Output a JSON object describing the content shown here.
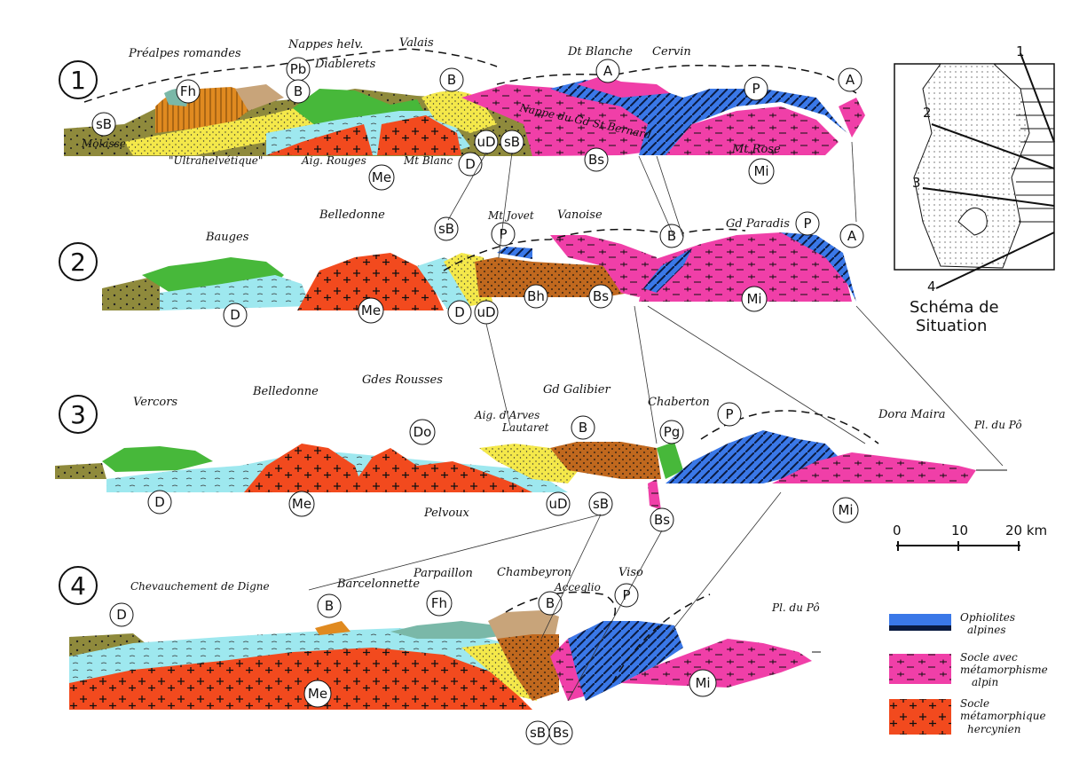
{
  "sections": [
    {
      "number": "1"
    },
    {
      "number": "2"
    },
    {
      "number": "3"
    },
    {
      "number": "4"
    }
  ],
  "labels": {
    "s1": [
      "Préalpes romandes",
      "Nappes helv.",
      "Valais",
      "Diablerets",
      "Dt Blanche",
      "Cervin",
      "Molasse",
      "\"Ultrahelvétique\"",
      "Aig. Rouges",
      "Mt Blanc",
      "Nappe du Gd St Bernard",
      "Mt Rose"
    ],
    "s2": [
      "Bauges",
      "Belledonne",
      "Mt Jovet",
      "Vanoise",
      "Gd Paradis"
    ],
    "s3": [
      "Vercors",
      "Belledonne",
      "Gdes Rousses",
      "Gd Galibier",
      "Aig. d'Arves",
      "Lautaret",
      "Chaberton",
      "Dora Maira",
      "Pl. du Pô",
      "Pelvoux"
    ],
    "s4": [
      "Chevauchement de Digne",
      "Barcelonnette",
      "Parpaillon",
      "Chambeyron",
      "Viso",
      "Acceglio",
      "Pl. du Pô"
    ]
  },
  "codes": {
    "s1": [
      "sB",
      "Fh",
      "Pb",
      "B",
      "B",
      "A",
      "P",
      "A",
      "Me",
      "D",
      "uD",
      "sB",
      "Bs",
      "Mi"
    ],
    "s2": [
      "sB",
      "P",
      "B",
      "P",
      "A",
      "D",
      "Me",
      "D",
      "uD",
      "Bh",
      "Bs",
      "Mi"
    ],
    "s3": [
      "Do",
      "B",
      "Pg",
      "P",
      "D",
      "Me",
      "uD",
      "sB",
      "Bs",
      "Mi"
    ],
    "s4": [
      "D",
      "B",
      "Fh",
      "B",
      "P",
      "Me",
      "sB",
      "Bs",
      "Mi"
    ]
  },
  "situation": {
    "title_line1": "Schéma de",
    "title_line2": "Situation",
    "numbers": [
      "1",
      "2",
      "3",
      "4"
    ]
  },
  "scale": {
    "ticks": [
      "0",
      "10",
      "20 km"
    ]
  },
  "legend": [
    {
      "name": "ophiolites",
      "label_l1": "Ophiolites",
      "label_l2": "alpines",
      "label_l3": "",
      "color": "#3a78e8"
    },
    {
      "name": "alpine-basement",
      "label_l1": "Socle avec",
      "label_l2": "métamorphisme",
      "label_l3": "alpin",
      "color": "#f03fa8"
    },
    {
      "name": "hercynian-basement",
      "label_l1": "Socle",
      "label_l2": "métamorphique",
      "label_l3": "hercynien",
      "color": "#f24a1e"
    }
  ],
  "colors": {
    "molasse": "#8f8a3c",
    "helvetic": "#e08a20",
    "ultrahelvetic": "#f4e84a",
    "dauphinois_green": "#47b83a",
    "dauphinois_cyan": "#9ee8ef",
    "brianconnais": "#c0681e",
    "ophiolite": "#3a78e8",
    "alpine_basement": "#f03fa8",
    "hercynian_basement": "#f24a1e",
    "tan": "#c8a47a",
    "teal": "#7ab8a8"
  }
}
